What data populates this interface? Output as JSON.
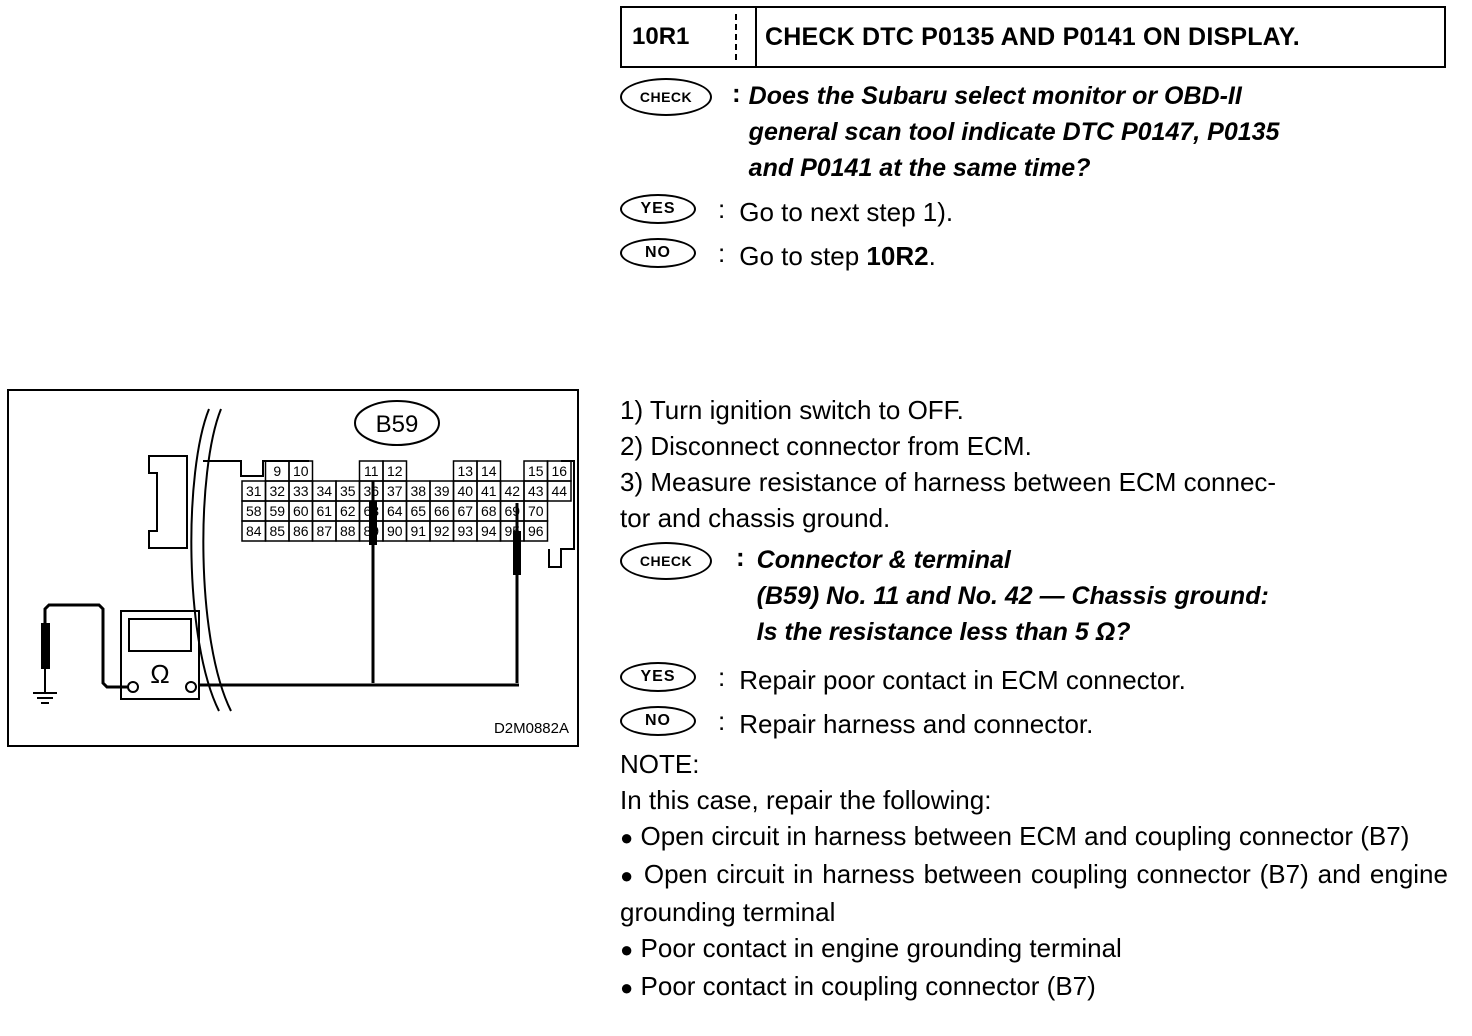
{
  "header": {
    "step_id": "10R1",
    "title": "CHECK DTC P0135 AND P0141 ON DISPLAY."
  },
  "badges": {
    "check": "CHECK",
    "yes": "YES",
    "no": "NO"
  },
  "step1": {
    "check_lines": [
      "Does the Subaru select monitor or OBD-II",
      "general scan tool indicate DTC P0147, P0135",
      "and P0141 at the same time?"
    ],
    "yes_text": "Go to next step 1).",
    "no_prefix": "Go to step ",
    "no_target": "10R2",
    "no_suffix": "."
  },
  "procedure": [
    "1)  Turn ignition switch to OFF.",
    "2)  Disconnect connector from ECM.",
    "3)  Measure resistance of harness between ECM connec-",
    "tor and chassis ground."
  ],
  "step2": {
    "check_lines": [
      "Connector & terminal",
      "(B59) No. 11 and No. 42 — Chassis ground:",
      "Is the resistance less than 5 Ω?"
    ],
    "yes_text": "Repair poor contact in ECM connector.",
    "no_text": "Repair harness and connector."
  },
  "note": {
    "label": "NOTE:",
    "intro": "In this case, repair the following:",
    "bullets": [
      "Open circuit in harness between ECM and coupling connector (B7)",
      "Open circuit in harness between coupling connector (B7) and engine grounding terminal",
      "Poor contact in engine grounding terminal",
      "Poor contact in coupling connector (B7)"
    ]
  },
  "figure": {
    "connector_label": "B59",
    "code": "D2M0882A",
    "meter_symbol": "Ω",
    "row1": [
      "",
      "9",
      "10",
      "",
      "",
      "11",
      "12",
      "",
      "",
      "13",
      "14",
      "",
      "15",
      "16"
    ],
    "row2": [
      "31",
      "32",
      "33",
      "34",
      "35",
      "36",
      "37",
      "38",
      "39",
      "40",
      "41",
      "42",
      "43",
      "44"
    ],
    "row3": [
      "58",
      "59",
      "60",
      "61",
      "62",
      "63",
      "64",
      "65",
      "66",
      "67",
      "68",
      "69",
      "70",
      ""
    ],
    "row4": [
      "84",
      "85",
      "86",
      "87",
      "88",
      "89",
      "90",
      "91",
      "92",
      "93",
      "94",
      "95",
      "96",
      ""
    ]
  }
}
